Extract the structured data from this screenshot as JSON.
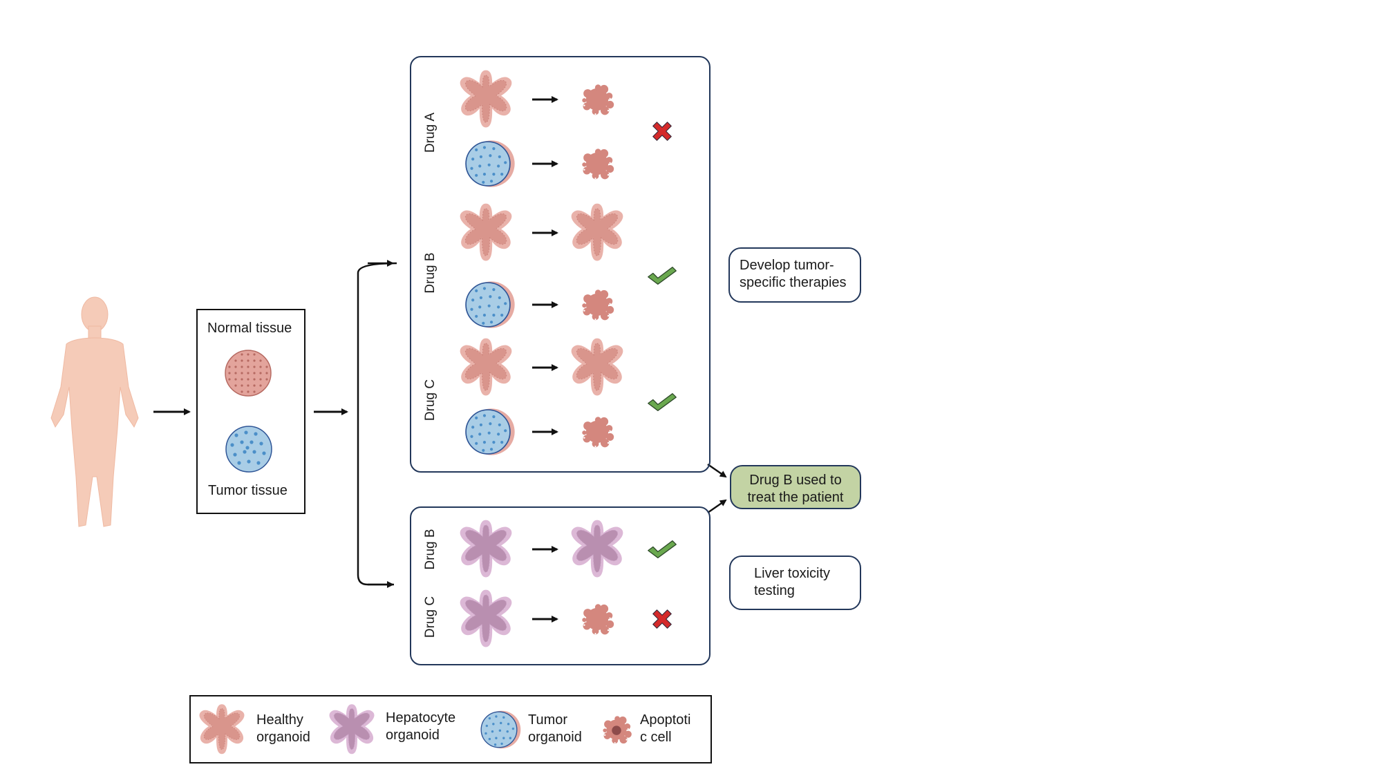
{
  "patient": {
    "icon": "human-body-icon"
  },
  "tissue_box": {
    "normal_label": "Normal tissue",
    "tumor_label": "Tumor tissue"
  },
  "tumor_panel": {
    "drugs": [
      {
        "label": "Drug A",
        "rows": [
          {
            "before": "healthy-organoid",
            "after": "apoptotic-cell"
          },
          {
            "before": "tumor-organoid",
            "after": "apoptotic-cell"
          }
        ],
        "result": "fail"
      },
      {
        "label": "Drug B",
        "rows": [
          {
            "before": "healthy-organoid",
            "after": "healthy-organoid"
          },
          {
            "before": "tumor-organoid",
            "after": "apoptotic-cell"
          }
        ],
        "result": "pass"
      },
      {
        "label": "Drug C",
        "rows": [
          {
            "before": "healthy-organoid",
            "after": "healthy-organoid"
          },
          {
            "before": "tumor-organoid",
            "after": "apoptotic-cell"
          }
        ],
        "result": "pass"
      }
    ]
  },
  "liver_panel": {
    "drugs": [
      {
        "label": "Drug B",
        "before": "hepatocyte-organoid",
        "after": "hepatocyte-organoid",
        "result": "pass"
      },
      {
        "label": "Drug C",
        "before": "hepatocyte-organoid",
        "after": "apoptotic-cell",
        "result": "fail"
      }
    ]
  },
  "outcomes": {
    "tumor_therapy": "Develop tumor-\nspecific therapies",
    "treatment_line1": "Drug B used to",
    "treatment_line2": "treat the patient",
    "liver_line1": "Liver toxicity",
    "liver_line2": "testing",
    "tumor_line1": "Develop tumor-",
    "tumor_line2": "specific therapies"
  },
  "legend": {
    "items": [
      {
        "icon": "healthy-organoid",
        "line1": "Healthy",
        "line2": "organoid"
      },
      {
        "icon": "hepatocyte-organoid",
        "line1": "Hepatocyte",
        "line2": "organoid"
      },
      {
        "icon": "tumor-organoid",
        "line1": "Tumor",
        "line2": "organoid"
      },
      {
        "icon": "apoptotic-cell",
        "line1": "Apoptoti",
        "line2": "c cell"
      }
    ]
  },
  "colors": {
    "healthy_fill": "#d9958c",
    "healthy_rim": "#e9b2aa",
    "hepatocyte_fill": "#b98fb0",
    "hepatocyte_rim": "#dcb8d6",
    "tumor_fill": "#a9cde6",
    "tumor_stroke": "#2f5596",
    "tumor_dots": "#4b8fc9",
    "normal_tissue": "#e3a49c",
    "apoptotic_fill": "#d4877e",
    "apoptotic_nucleus": "#8d4b4b",
    "pass_green": "#6aa84f",
    "fail_red": "#d42a2a",
    "panel_border": "#22375a",
    "treatment_box": "#c3d3a4",
    "skin": "#f5cbb8"
  }
}
